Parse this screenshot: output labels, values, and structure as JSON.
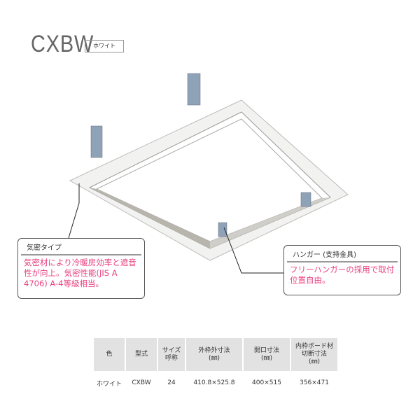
{
  "title": "CXBW",
  "badge": "ホワイト",
  "callout_airtight": {
    "heading": "気密タイプ",
    "body": "気密材により冷暖房効率と遮音性が向上。気密性能(JIS A 4706) A-4等級相当。"
  },
  "callout_hanger": {
    "heading": "ハンガー (支持金具)",
    "body": "フリーハンガーの採用で取付位置自由。"
  },
  "table": {
    "headers": [
      "色",
      "型式",
      "サイズ\n呼称",
      "外枠外寸法\n(㎜)",
      "開口寸法\n(㎜)",
      "内枠ボード材\n切断寸法\n(㎜)"
    ],
    "rows": [
      [
        "ホワイト",
        "CXBW",
        "24",
        "410.8×525.8",
        "400×515",
        "356×471"
      ]
    ]
  }
}
